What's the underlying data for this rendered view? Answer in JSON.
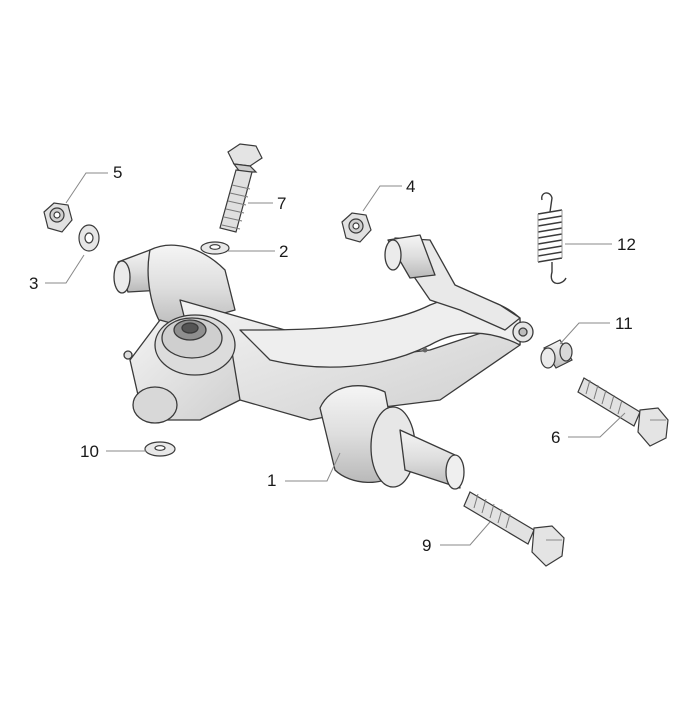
{
  "diagram": {
    "callouts": {
      "c1": "1",
      "c2": "2",
      "c3": "3",
      "c4": "4",
      "c5": "5",
      "c6": "6",
      "c7": "7",
      "c9": "9",
      "c10": "10",
      "c11": "11",
      "c12": "12"
    },
    "colors": {
      "part_fill": "#e6e6e6",
      "part_fill_light": "#f2f2f2",
      "part_shade": "#c9c9c9",
      "outline": "#3a3a3a",
      "leader": "#888888"
    }
  }
}
